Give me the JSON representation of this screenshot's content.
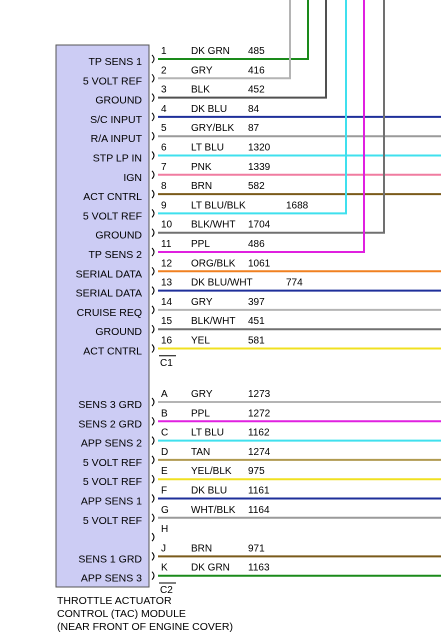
{
  "module": {
    "name_lines": [
      "THROTTLE ACTUATOR",
      "CONTROL (TAC) MODULE",
      "(NEAR FRONT OF ENGINE COVER)"
    ]
  },
  "connectors": [
    {
      "id": "C1",
      "pins": [
        {
          "pin": "1",
          "signal": "TP SENS 1",
          "color": "DK GRN",
          "circuit": "485",
          "hex": "#1a8a1a"
        },
        {
          "pin": "2",
          "signal": "5 VOLT REF",
          "color": "GRY",
          "circuit": "416",
          "hex": "#b4b4b4"
        },
        {
          "pin": "3",
          "signal": "GROUND",
          "color": "BLK",
          "circuit": "452",
          "hex": "#505050"
        },
        {
          "pin": "4",
          "signal": "S/C INPUT",
          "color": "DK BLU",
          "circuit": "84",
          "hex": "#1e2f9a"
        },
        {
          "pin": "5",
          "signal": "R/A INPUT",
          "color": "GRY/BLK",
          "circuit": "87",
          "hex": "#9a9a9a"
        },
        {
          "pin": "6",
          "signal": "STP LP IN",
          "color": "LT BLU",
          "circuit": "1320",
          "hex": "#3fe0ee"
        },
        {
          "pin": "7",
          "signal": "IGN",
          "color": "PNK",
          "circuit": "1339",
          "hex": "#f07ca0"
        },
        {
          "pin": "8",
          "signal": "ACT CNTRL",
          "color": "BRN",
          "circuit": "582",
          "hex": "#7a5a1a"
        },
        {
          "pin": "9",
          "signal": "5 VOLT REF",
          "color": "LT BLU/BLK",
          "circuit": "1688",
          "hex": "#3fe0ee"
        },
        {
          "pin": "10",
          "signal": "GROUND",
          "color": "BLK/WHT",
          "circuit": "1704",
          "hex": "#707070"
        },
        {
          "pin": "11",
          "signal": "TP SENS 2",
          "color": "PPL",
          "circuit": "486",
          "hex": "#e020e0"
        },
        {
          "pin": "12",
          "signal": "SERIAL DATA",
          "color": "ORG/BLK",
          "circuit": "1061",
          "hex": "#f08020"
        },
        {
          "pin": "13",
          "signal": "SERIAL DATA",
          "color": "DK BLU/WHT",
          "circuit": "774",
          "hex": "#1e2f9a"
        },
        {
          "pin": "14",
          "signal": "CRUISE REQ",
          "color": "GRY",
          "circuit": "397",
          "hex": "#b4b4b4"
        },
        {
          "pin": "15",
          "signal": "GROUND",
          "color": "BLK/WHT",
          "circuit": "451",
          "hex": "#707070"
        },
        {
          "pin": "16",
          "signal": "ACT CNTRL",
          "color": "YEL",
          "circuit": "581",
          "hex": "#f0e020"
        }
      ]
    },
    {
      "id": "C2",
      "pins": [
        {
          "pin": "A",
          "signal": "SENS 3 GRD",
          "color": "GRY",
          "circuit": "1273",
          "hex": "#b4b4b4"
        },
        {
          "pin": "B",
          "signal": "SENS 2 GRD",
          "color": "PPL",
          "circuit": "1272",
          "hex": "#e020e0"
        },
        {
          "pin": "C",
          "signal": "APP SENS 2",
          "color": "LT BLU",
          "circuit": "1162",
          "hex": "#3fe0ee"
        },
        {
          "pin": "D",
          "signal": "5 VOLT REF",
          "color": "TAN",
          "circuit": "1274",
          "hex": "#b09a50"
        },
        {
          "pin": "E",
          "signal": "5 VOLT REF",
          "color": "YEL/BLK",
          "circuit": "975",
          "hex": "#f0e020"
        },
        {
          "pin": "F",
          "signal": "APP SENS 1",
          "color": "DK BLU",
          "circuit": "1161",
          "hex": "#1e2f9a"
        },
        {
          "pin": "G",
          "signal": "5 VOLT REF",
          "color": "WHT/BLK",
          "circuit": "1164",
          "hex": "#9a9a9a"
        },
        {
          "pin": "H",
          "signal": "",
          "color": "",
          "circuit": "",
          "hex": ""
        },
        {
          "pin": "J",
          "signal": "SENS 1 GRD",
          "color": "BRN",
          "circuit": "971",
          "hex": "#7a5a1a"
        },
        {
          "pin": "K",
          "signal": "APP SENS 3",
          "color": "DK GRN",
          "circuit": "1163",
          "hex": "#1a8a1a"
        }
      ]
    }
  ]
}
